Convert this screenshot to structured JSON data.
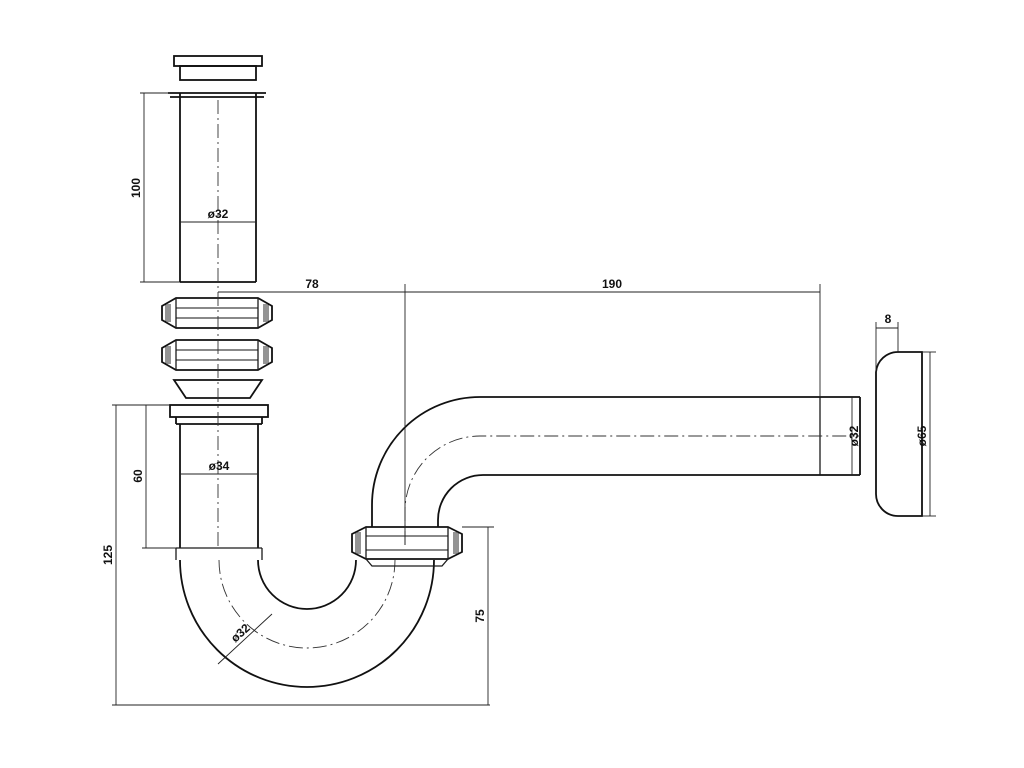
{
  "dimensions": {
    "tailpiece_length": "100",
    "tailpiece_diameter": "ø32",
    "horizontal_offset": "78",
    "wall_arm_length": "190",
    "flange_thickness": "8",
    "trap_inlet_height": "60",
    "trap_inlet_diameter": "ø34",
    "overall_height": "125",
    "trap_bend_diameter": "ø32",
    "trap_depth": "75",
    "wall_arm_diameter": "ø32",
    "flange_diameter": "ø65"
  },
  "colors": {
    "line": "#111111",
    "background": "#ffffff"
  }
}
